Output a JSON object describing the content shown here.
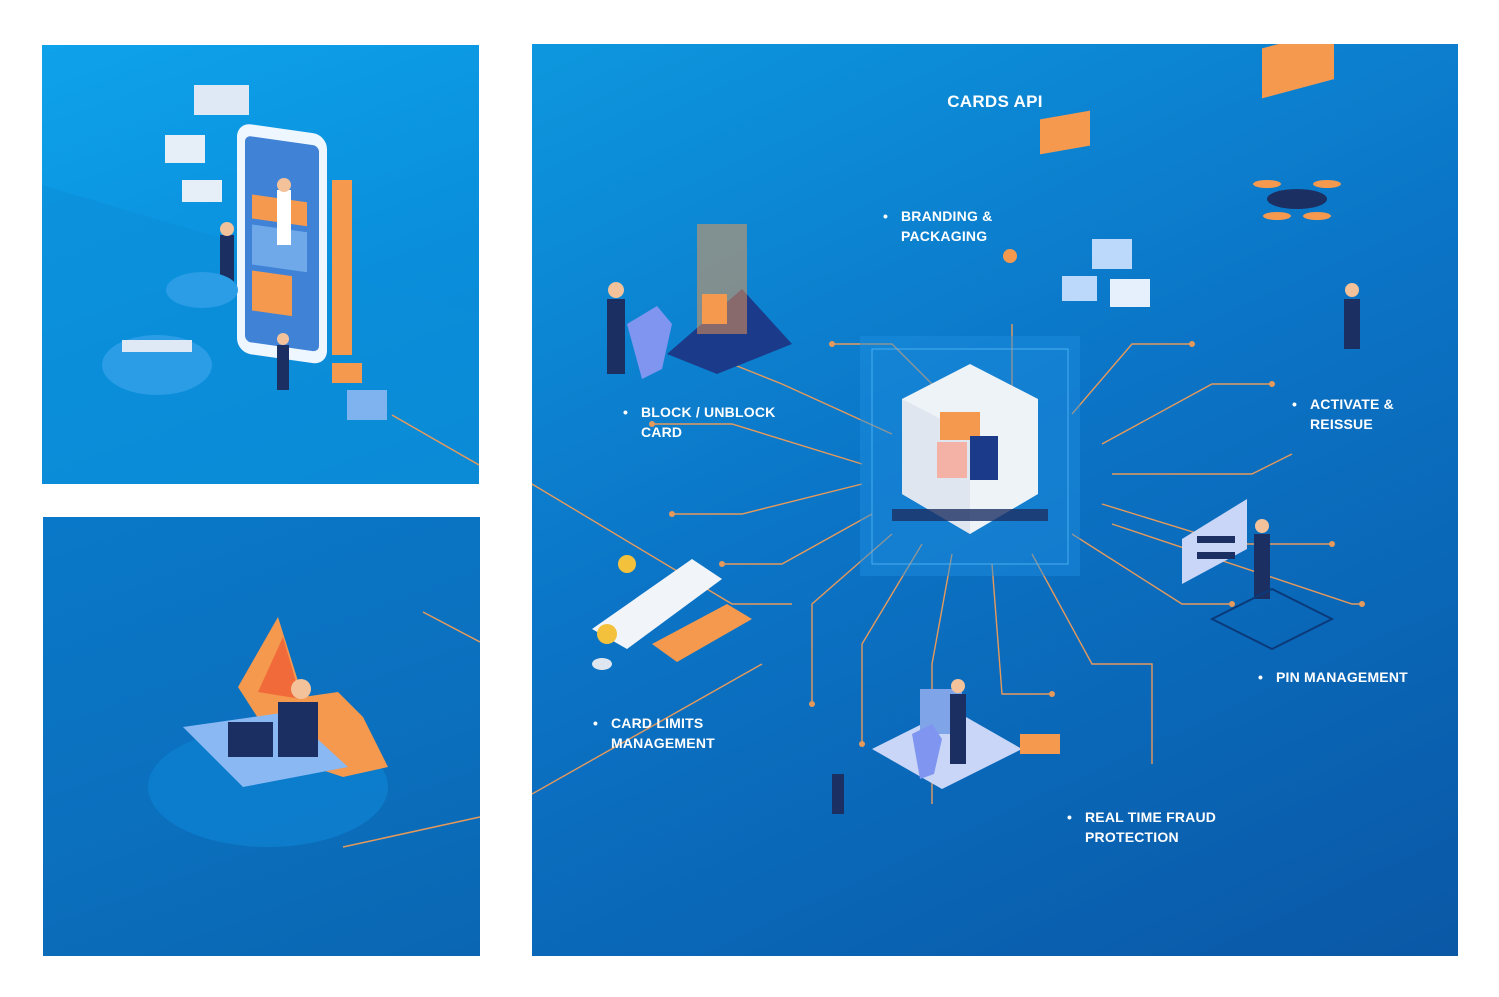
{
  "diagram": {
    "title": "CARDS API",
    "bullet": "•",
    "features": [
      {
        "id": "branding",
        "lines": [
          "BRANDING &",
          "PACKAGING"
        ]
      },
      {
        "id": "block",
        "lines": [
          "BLOCK / UNBLOCK",
          "CARD"
        ]
      },
      {
        "id": "activate",
        "lines": [
          "ACTIVATE &",
          "REISSUE"
        ]
      },
      {
        "id": "pin",
        "lines": [
          "PIN MANAGEMENT"
        ]
      },
      {
        "id": "limits",
        "lines": [
          "CARD LIMITS",
          "MANAGEMENT"
        ]
      },
      {
        "id": "fraud",
        "lines": [
          "REAL TIME FRAUD",
          "PROTECTION"
        ]
      }
    ]
  },
  "colors": {
    "accent_orange": "#f5994e",
    "line_orange": "#e59a5c",
    "navy": "#1b2f63",
    "white": "#ffffff"
  }
}
